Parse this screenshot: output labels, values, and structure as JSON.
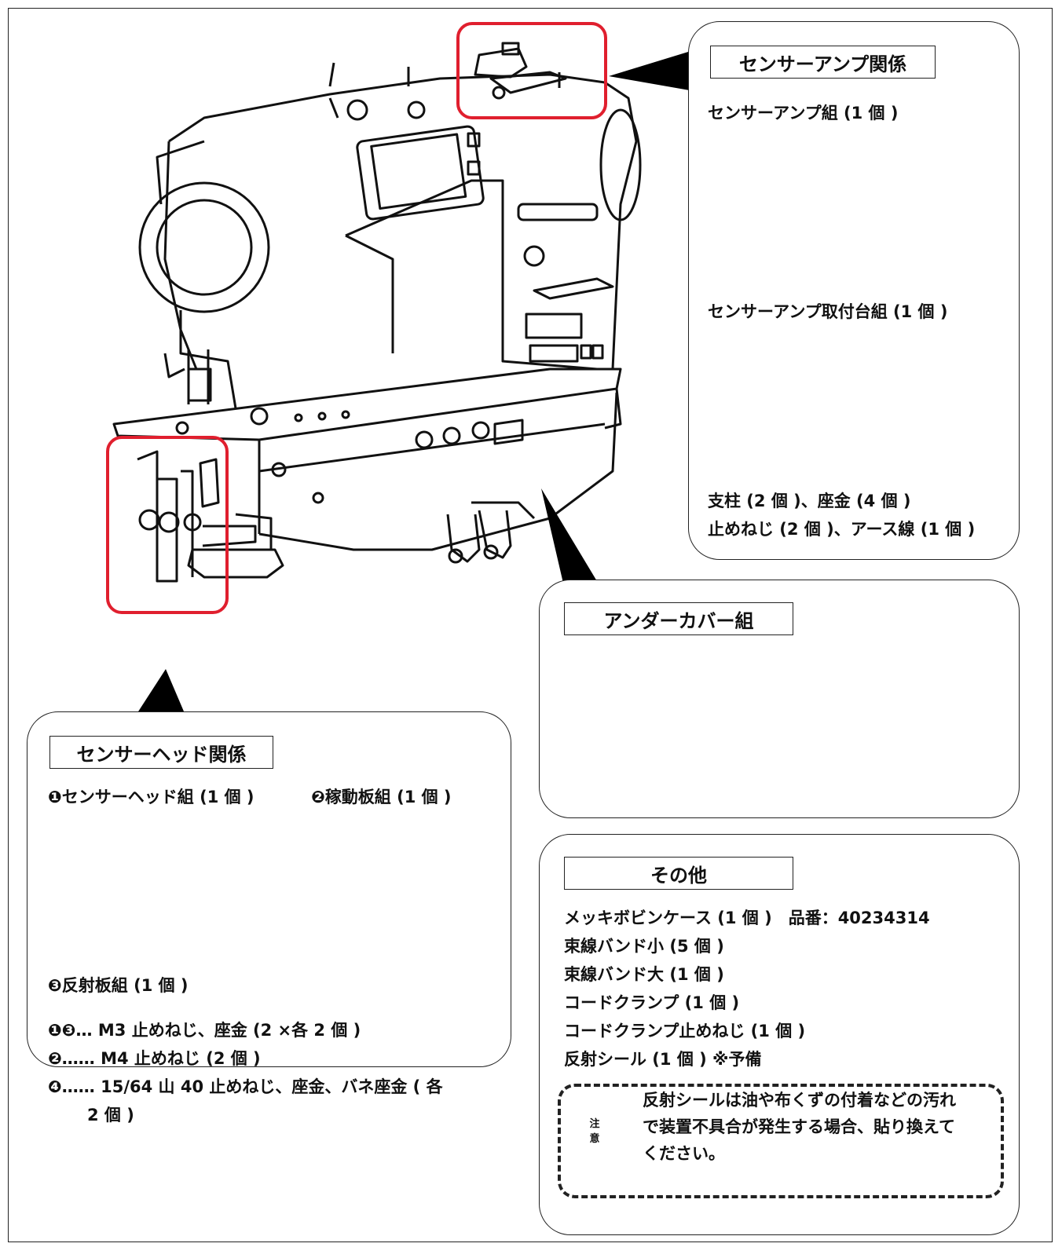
{
  "amp": {
    "title": "センサーアンプ関係",
    "item1": "センサーアンプ組 (1 個 )",
    "item2": "センサーアンプ取付台組 (1 個 )",
    "item3": "支柱 (2 個 )、座金 (4 個 )",
    "item4": "止めねじ (2 個 )、アース線 (1 個 )"
  },
  "under": {
    "title": "アンダーカバー組"
  },
  "head": {
    "title": "センサーヘッド関係",
    "part1": "❶センサーヘッド組 (1 個 )",
    "part2": "❷稼動板組 (1 個 )",
    "part3": "❸反射板組 (1 個 )",
    "screw1": "❶❸… M3 止めねじ、座金 (2 ×各 2 個 )",
    "screw2": "❷…… M4 止めねじ (2 個 )",
    "screw3a": "❹…… 15/64 山 40 止めねじ、座金、バネ座金 ( 各",
    "screw3b": "2 個 )"
  },
  "other": {
    "title": "その他",
    "items": [
      "メッキボビンケース (1 個 )　品番：40234314",
      "束線バンド小 (5 個 )",
      "束線バンド大 (1 個 )",
      "コードクランプ (1 個 )",
      "コードクランプ止めねじ (1 個 )",
      "反射シール (1 個 ) ※予備"
    ],
    "caution_icon": "caution-hand-icon",
    "caution_label": "注意",
    "caution_lines": [
      "反射シールは油や布くずの付着などの汚れ",
      "で装置不具合が発生する場合、貼り換えて",
      "ください。"
    ]
  },
  "colors": {
    "highlight": "#e01f2e"
  }
}
